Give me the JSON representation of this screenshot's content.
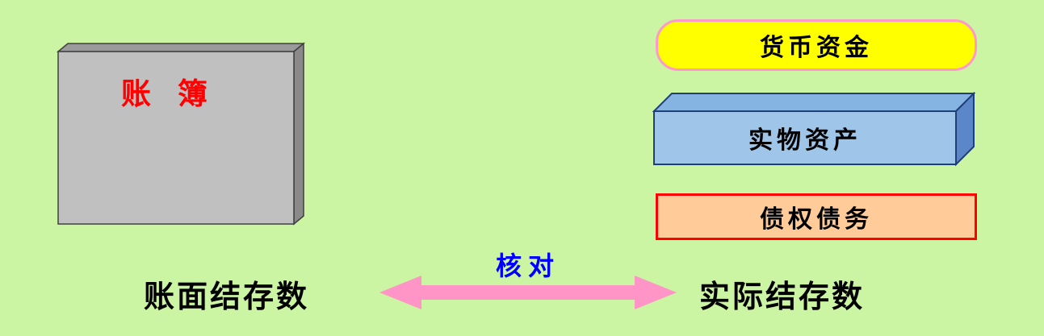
{
  "background_color": "#CCF5A3",
  "ledger": {
    "label": "账 簿",
    "label_color": "#FF0000",
    "fill": "#C0C0C0",
    "top_fill": "#9A9A9A",
    "side_fill": "#8A8A8A"
  },
  "right_items": [
    {
      "id": "monetary-funds",
      "label": "货币资金",
      "shape": "rounded-rect",
      "fill": "#FFFF00",
      "border": "#FF99CC"
    },
    {
      "id": "physical-assets",
      "label": "实物资产",
      "shape": "3d-box",
      "fill": "#9FC5E8",
      "top_fill": "#85B4E3",
      "side_fill": "#5B86C8",
      "border": "#1F3F77"
    },
    {
      "id": "claims-debts",
      "label": "债权债务",
      "shape": "rect",
      "fill": "#FFCC99",
      "border": "#FF0000"
    }
  ],
  "comparison": {
    "left_label": "账面结存数",
    "right_label": "实际结存数",
    "arrow_label": "核对",
    "arrow_label_color": "#0000FF",
    "arrow_color": "#FF94C6"
  }
}
